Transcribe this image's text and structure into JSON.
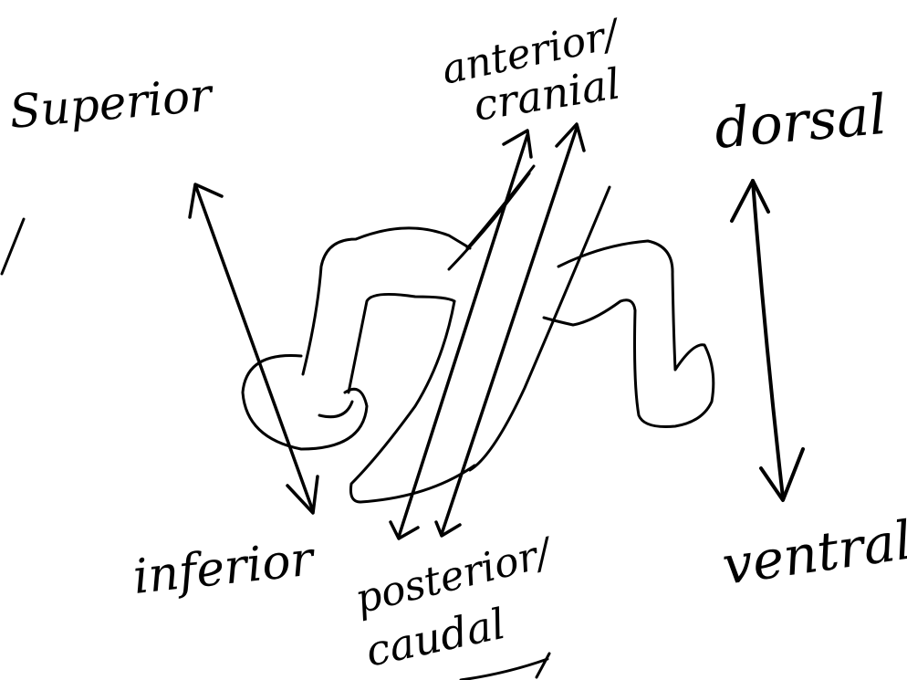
{
  "ink_color": "#000000",
  "background_color": "#ffffff",
  "labels": {
    "superior": "Superior",
    "inferior": "inferior",
    "anterior": "anterior/",
    "cranial": "cranial",
    "posterior": "posterior/",
    "caudal": "caudal",
    "dorsal": "dorsal",
    "ventral": "ventral"
  }
}
